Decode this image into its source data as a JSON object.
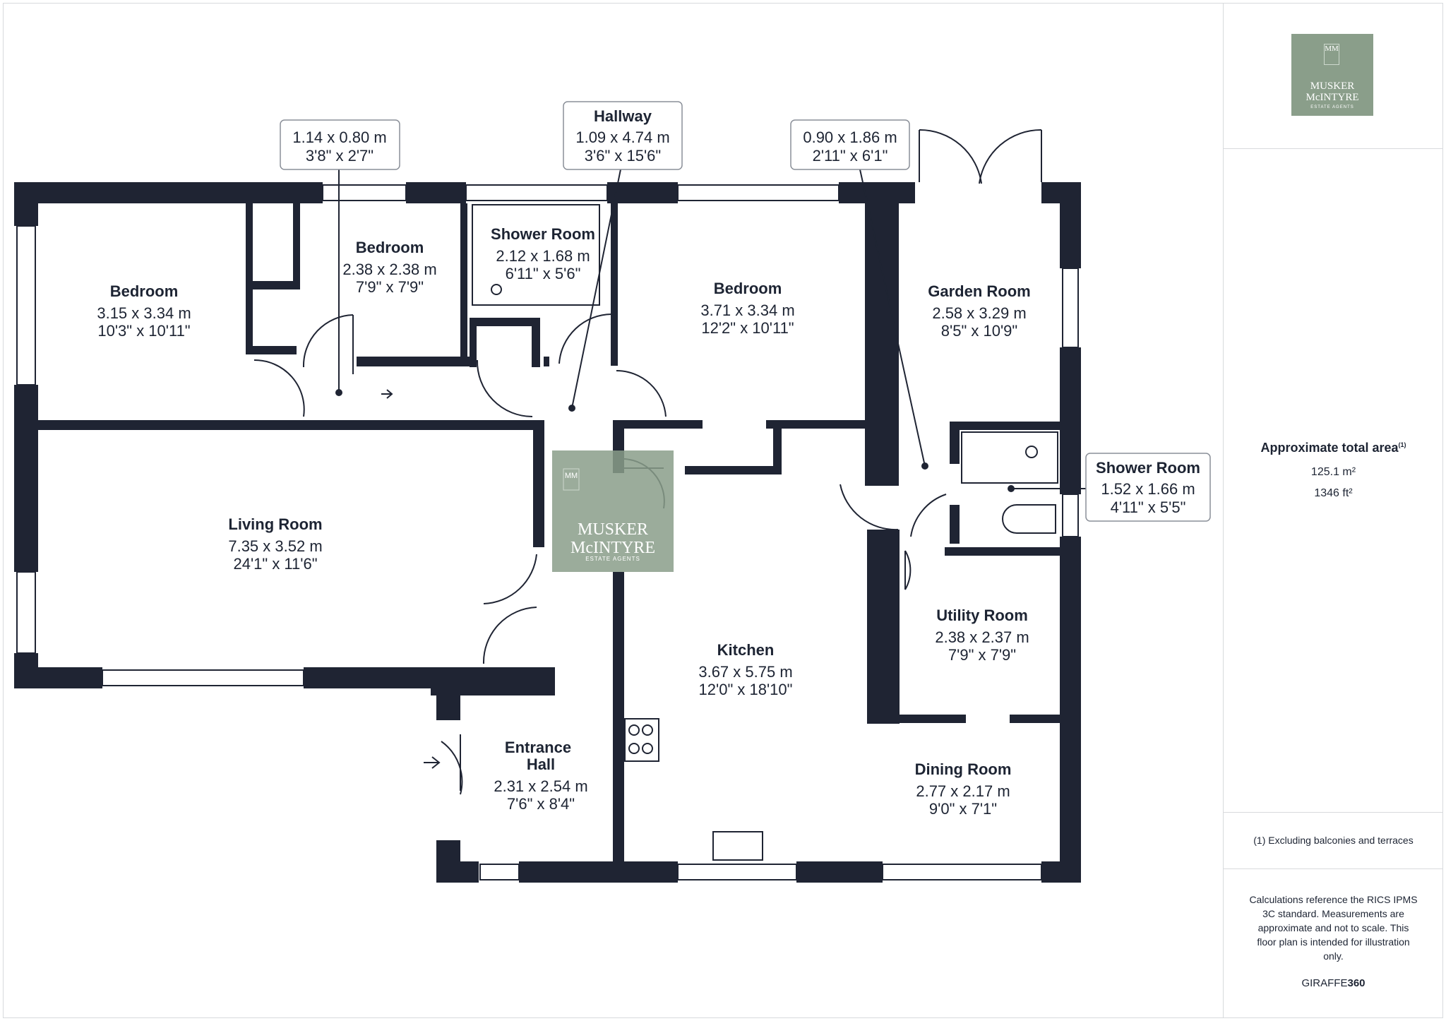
{
  "colors": {
    "wall": "#1f2433",
    "text": "#1d2433",
    "brand": "#8a9e8a",
    "line": "#d8dadd"
  },
  "brand": {
    "monogram": "MM",
    "name_line1": "MUSKER",
    "name_line2": "McINTYRE",
    "tagline": "ESTATE AGENTS"
  },
  "rooms": [
    {
      "id": "bedroom-1",
      "name": "Bedroom",
      "metric": "3.15 x 3.34 m",
      "imperial": "10'3\" x 10'11\""
    },
    {
      "id": "bedroom-2",
      "name": "Bedroom",
      "metric": "2.38 x 2.38 m",
      "imperial": "7'9\" x 7'9\""
    },
    {
      "id": "shower-room-1",
      "name": "Shower Room",
      "metric": "2.12 x 1.68 m",
      "imperial": "6'11\" x 5'6\""
    },
    {
      "id": "bedroom-3",
      "name": "Bedroom",
      "metric": "3.71 x 3.34 m",
      "imperial": "12'2\" x 10'11\""
    },
    {
      "id": "garden-room",
      "name": "Garden Room",
      "metric": "2.58 x 3.29 m",
      "imperial": "8'5\" x 10'9\""
    },
    {
      "id": "living-room",
      "name": "Living Room",
      "metric": "7.35 x 3.52 m",
      "imperial": "24'1\" x 11'6\""
    },
    {
      "id": "kitchen",
      "name": "Kitchen",
      "metric": "3.67 x 5.75 m",
      "imperial": "12'0\" x 18'10\""
    },
    {
      "id": "utility-room",
      "name": "Utility Room",
      "metric": "2.38 x 2.37 m",
      "imperial": "7'9\" x 7'9\""
    },
    {
      "id": "dining-room",
      "name": "Dining Room",
      "metric": "2.77 x 2.17 m",
      "imperial": "9'0\" x 7'1\""
    },
    {
      "id": "entrance-hall",
      "name_line1": "Entrance",
      "name_line2": "Hall",
      "metric": "2.31 x 2.54 m",
      "imperial": "7'6\" x 8'4\""
    }
  ],
  "callouts": [
    {
      "id": "cupboard-1",
      "metric": "1.14 x 0.80 m",
      "imperial": "3'8\" x 2'7\""
    },
    {
      "id": "hallway",
      "name": "Hallway",
      "metric": "1.09 x 4.74 m",
      "imperial": "3'6\" x 15'6\""
    },
    {
      "id": "cupboard-2",
      "metric": "0.90 x 1.86 m",
      "imperial": "2'11\" x 6'1\""
    },
    {
      "id": "shower-room-2",
      "name": "Shower Room",
      "metric": "1.52 x 1.66 m",
      "imperial": "4'11\" x 5'5\""
    }
  ],
  "area": {
    "label": "Approximate total area",
    "footnote_mark": "(1)",
    "metric": "125.1 m²",
    "imperial": "1346 ft²"
  },
  "footnote": "(1) Excluding balconies and terraces",
  "disclaimer": [
    "Calculations reference the RICS IPMS",
    "3C standard. Measurements are",
    "approximate and not to scale. This",
    "floor plan is intended for illustration",
    "only."
  ],
  "credit": {
    "prefix": "GIRAFFE",
    "suffix": "360"
  }
}
